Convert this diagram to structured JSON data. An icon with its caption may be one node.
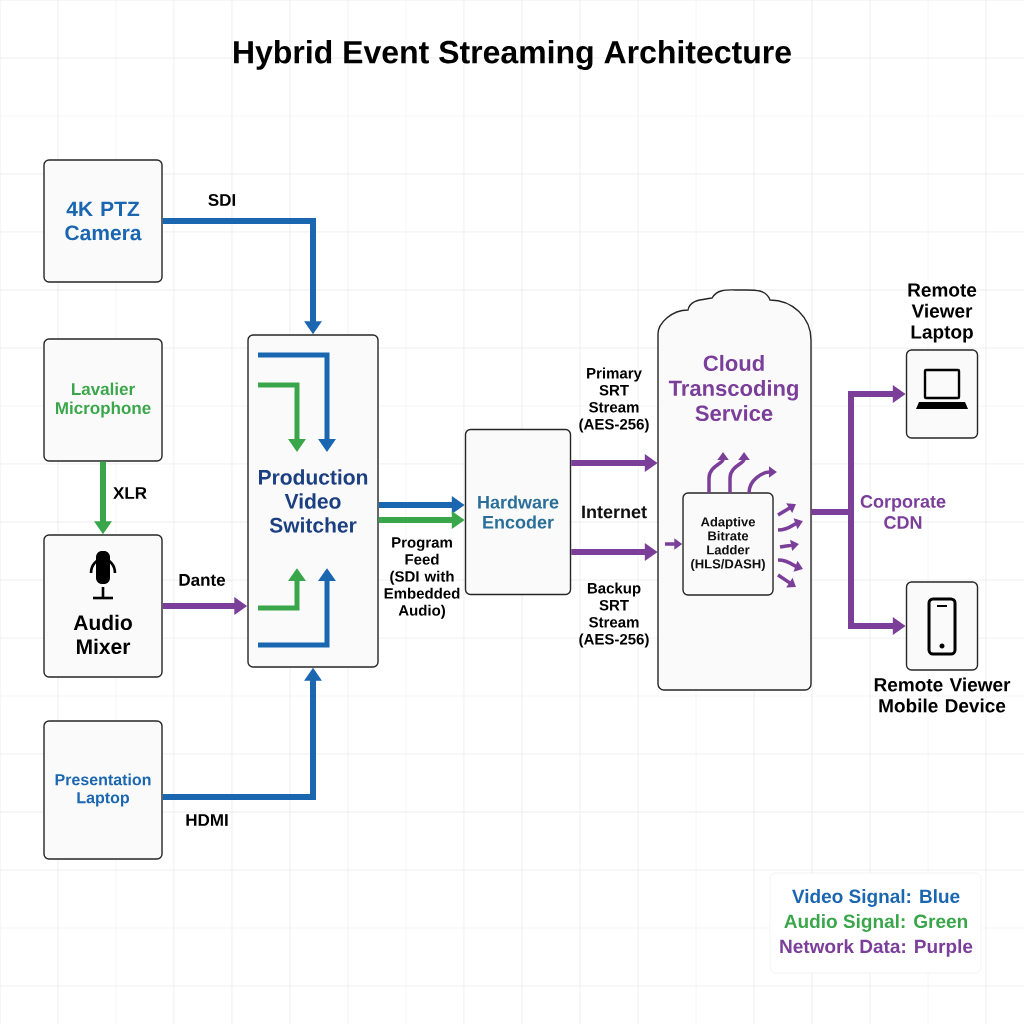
{
  "diagram": {
    "title": "Hybrid Event Streaming Architecture",
    "nodes": [
      {
        "text": [
          "4K PTZ Camera"
        ]
      },
      {
        "text": [
          "Lavalier Microphone"
        ]
      },
      {
        "text": [
          "Audio Mixer"
        ]
      },
      {
        "text": [
          "Presentation Laptop"
        ]
      },
      {
        "text": [
          "Production Video Switcher"
        ]
      },
      {
        "text": [
          "Hardware Encoder"
        ]
      },
      {
        "text": [
          "Cloud Transcoding Service"
        ]
      },
      {
        "text": [
          "Adaptive Bitrate Ladder (HLS/DASH)"
        ],
        "in": 6
      },
      {
        "text": [
          "Remote Viewer Laptop"
        ]
      },
      {
        "text": [
          "Remote Viewer Mobile Device"
        ]
      }
    ],
    "edges": [
      {
        "from": 0,
        "to": 4,
        "arrow": "to",
        "label": "SDI",
        "color": "#1b66b1"
      },
      {
        "from": 1,
        "to": 2,
        "arrow": "to",
        "label": "XLR",
        "color": "#3aa64a"
      },
      {
        "from": 2,
        "to": 4,
        "arrow": "to",
        "label": "Dante"
      },
      {
        "from": 3,
        "to": 4,
        "arrow": "to",
        "label": "HDMI",
        "color": "#1b66b1"
      },
      {
        "from": 4,
        "to": 5,
        "arrow": "to",
        "color": "#1b66b1"
      },
      {
        "from": 4,
        "to": 5,
        "arrow": "to",
        "label": "Program Feed (SDI with Embedded Audio)",
        "color": "#3aa64a"
      },
      {
        "from": 5,
        "to": 6,
        "arrow": "to",
        "label": "Primary SRT Stream (AES-256)"
      },
      {
        "from": 5,
        "to": 6,
        "arrow": "to",
        "label": "Backup SRT Stream (AES-256)"
      },
      {
        "from": 6,
        "to": 8,
        "arrow": "to"
      },
      {
        "from": 6,
        "to": 9,
        "arrow": "to"
      },
      {
        "from": null,
        "to": 7,
        "arrow": "to"
      }
    ],
    "labels": [
      "Internet",
      "Corporate CDN"
    ],
    "legend": [
      {
        "text": "Video Signal: Blue",
        "color": "#1b66b1"
      },
      {
        "text": "Audio Signal: Green",
        "color": "#3aa64a"
      },
      {
        "text": "Network Data: Purple",
        "color": "#7b3f9a"
      }
    ]
  }
}
